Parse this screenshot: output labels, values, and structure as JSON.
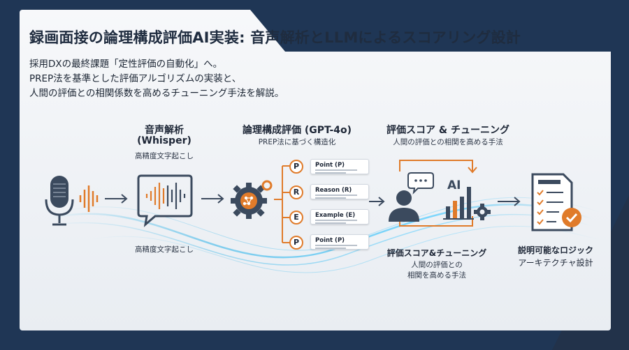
{
  "header": {
    "title": "録画面接の論理構成評価AI実装: 音声解析とLLMによるスコアリング設計"
  },
  "intro": {
    "lines": [
      "採用DXの最終課題「定性評価の自動化」へ。",
      "PREP法を基準とした評価アルゴリズムの実装と、",
      "人間の評価との相関係数を高めるチューニング手法を解説。"
    ]
  },
  "steps": {
    "speech": {
      "title_line1": "音声解析",
      "title_line2": "(Whisper)",
      "subtitle": "高精度文字起こし",
      "caption": "高精度文字起こし"
    },
    "logic": {
      "title": "論理構成評価 (GPT-4o)",
      "subtitle": "PREP法に基づく構造化",
      "items": [
        {
          "letter": "P",
          "label": "Point (P)"
        },
        {
          "letter": "R",
          "label": "Reason (R)"
        },
        {
          "letter": "E",
          "label": "Example (E)"
        },
        {
          "letter": "P",
          "label": "Point (P)"
        }
      ]
    },
    "score": {
      "title": "評価スコア & チューニング",
      "subtitle": "人間の評価との相関を高める手法",
      "ai_label": "AI",
      "caption_title": "評価スコア&チューニング",
      "caption_line1": "人間の評価との",
      "caption_line2": "相関を高める手法"
    },
    "output": {
      "caption_line1": "説明可能なロジック",
      "caption_line2": "アーキテクチャ設計"
    }
  },
  "colors": {
    "navy": "#1f3655",
    "orange": "#e07b2a",
    "slate": "#3b4a5e",
    "glow": "#39b6e8"
  }
}
